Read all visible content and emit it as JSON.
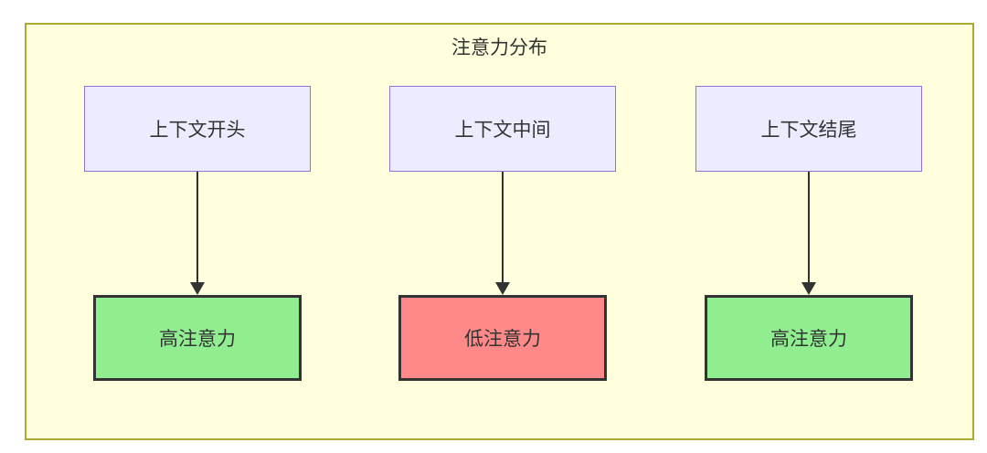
{
  "diagram": {
    "title": "注意力分布",
    "columns": [
      {
        "source": "上下文开头",
        "target": "高注意力",
        "level": "high"
      },
      {
        "source": "上下文中间",
        "target": "低注意力",
        "level": "low"
      },
      {
        "source": "上下文结尾",
        "target": "高注意力",
        "level": "high"
      }
    ],
    "colors": {
      "container_fill": "#FFFFDE",
      "container_border": "#AAAA33",
      "source_fill": "#ECECFF",
      "source_border": "#9370DB",
      "high_fill": "#90EE90",
      "low_fill": "#FF8888",
      "node_border": "#333333",
      "arrow": "#333333",
      "text": "#333333"
    }
  }
}
